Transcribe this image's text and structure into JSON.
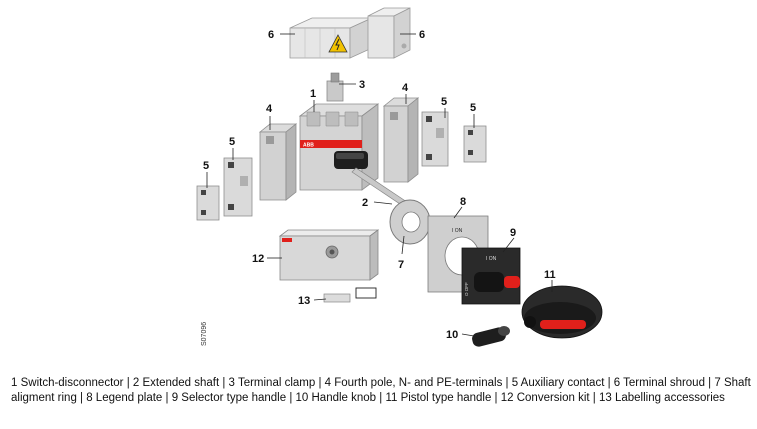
{
  "figure_id": "S07096",
  "callouts": {
    "c6a": "6",
    "c6b": "6",
    "c3": "3",
    "c1": "1",
    "c4a": "4",
    "c4b": "4",
    "c5a": "5",
    "c5b": "5",
    "c5c": "5",
    "c5d": "5",
    "c2": "2",
    "c8": "8",
    "c9": "9",
    "c7": "7",
    "c11": "11",
    "c12": "12",
    "c13": "13",
    "c10": "10"
  },
  "product_marks": {
    "brand": "ABB",
    "on_label": "I ON",
    "off_label": "O OFF"
  },
  "caption": "1 Switch-disconnector | 2 Extended shaft | 3 Terminal clamp | 4 Fourth pole, N- and PE-terminals | 5 Auxiliary contact | 6 Terminal shroud | 7 Shaft aligment ring | 8 Legend plate | 9 Selector type handle | 10 Handle knob | 11 Pistol type handle | 12 Conversion kit | 13 Labelling accessories",
  "colors": {
    "part_light": "#e4e4e4",
    "part_mid": "#c6c6c6",
    "part_dark": "#8e8e8e",
    "handle_black": "#1e1e1e",
    "handle_red": "#e0201b",
    "warning_yellow": "#f2c200"
  }
}
